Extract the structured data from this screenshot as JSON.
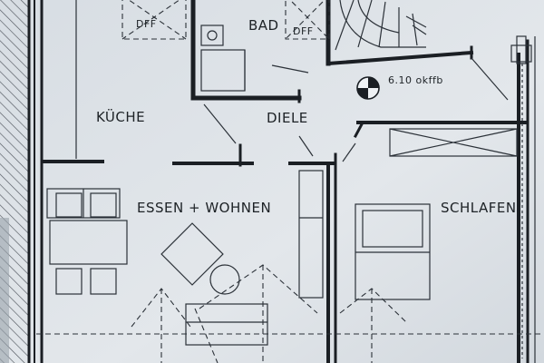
{
  "rooms": {
    "kueche": "KÜCHE",
    "bad": "BAD",
    "diele": "DIELE",
    "essen_wohnen": "ESSEN + WOHNEN",
    "schlafen": "SCHLAFEN"
  },
  "skylights": [
    "DFF",
    "DFF"
  ],
  "level_marker": "6.10 okffb",
  "colors": {
    "paper": "#dfe4e9",
    "lines": "#1b1f24"
  }
}
